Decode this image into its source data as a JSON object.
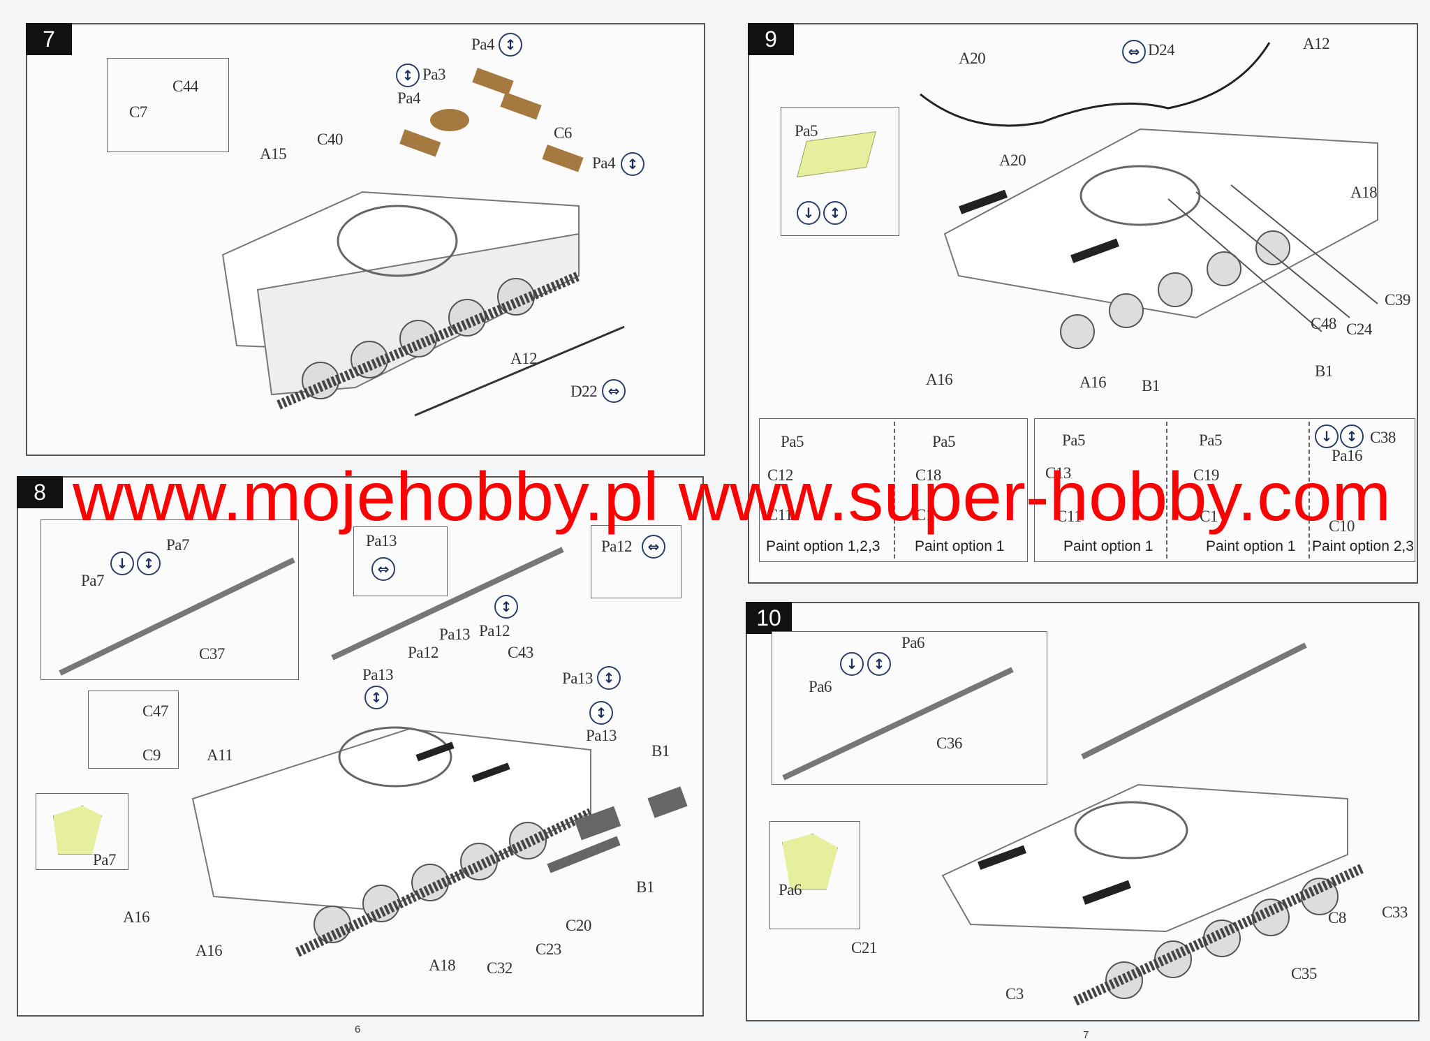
{
  "steps": [
    {
      "number": "7",
      "labels": [
        "C44",
        "C7",
        "A15",
        "C40",
        "Pa4",
        "Pa3",
        "Pa4",
        "C6",
        "Pa4",
        "A12",
        "D22"
      ]
    },
    {
      "number": "8",
      "labels": [
        "Pa7",
        "Pa7",
        "C37",
        "Pa13",
        "Pa12",
        "Pa13",
        "Pa12",
        "Pa12",
        "C43",
        "Pa13",
        "Pa13",
        "Pa13",
        "B1",
        "C47",
        "C9",
        "A11",
        "Pa7",
        "A16",
        "A16",
        "B1",
        "C20",
        "C23",
        "A18",
        "C32"
      ]
    },
    {
      "number": "9",
      "labels": [
        "A20",
        "D24",
        "A12",
        "Pa5",
        "A20",
        "A18",
        "C39",
        "C48",
        "C24",
        "B1",
        "B1",
        "A16",
        "A16"
      ]
    },
    {
      "number": "10",
      "labels": [
        "Pa6",
        "Pa6",
        "C36",
        "Pa6",
        "C21",
        "C3",
        "C8",
        "C33",
        "C35"
      ]
    }
  ],
  "paint_options": [
    {
      "caption": "Paint option 1,2,3",
      "labels": [
        "Pa5",
        "C12",
        "C11"
      ]
    },
    {
      "caption": "Paint option 1",
      "labels": [
        "Pa5",
        "C18",
        "C1"
      ]
    },
    {
      "caption": "Paint option 1",
      "labels": [
        "Pa5",
        "C13",
        "C11"
      ]
    },
    {
      "caption": "Paint option 1",
      "labels": [
        "Pa5",
        "C19",
        "C1"
      ]
    },
    {
      "caption": "Paint option 2,3",
      "labels": [
        "C38",
        "Pa16",
        "C10"
      ]
    }
  ],
  "page_numbers": [
    "6",
    "7"
  ],
  "watermark": "www.mojehobby.pl www.super-hobby.com",
  "colors": {
    "watermark": "#ff0000",
    "etch": "#e6ef9e",
    "brass": "#a5793f",
    "symbol": "#2b3e6a"
  }
}
